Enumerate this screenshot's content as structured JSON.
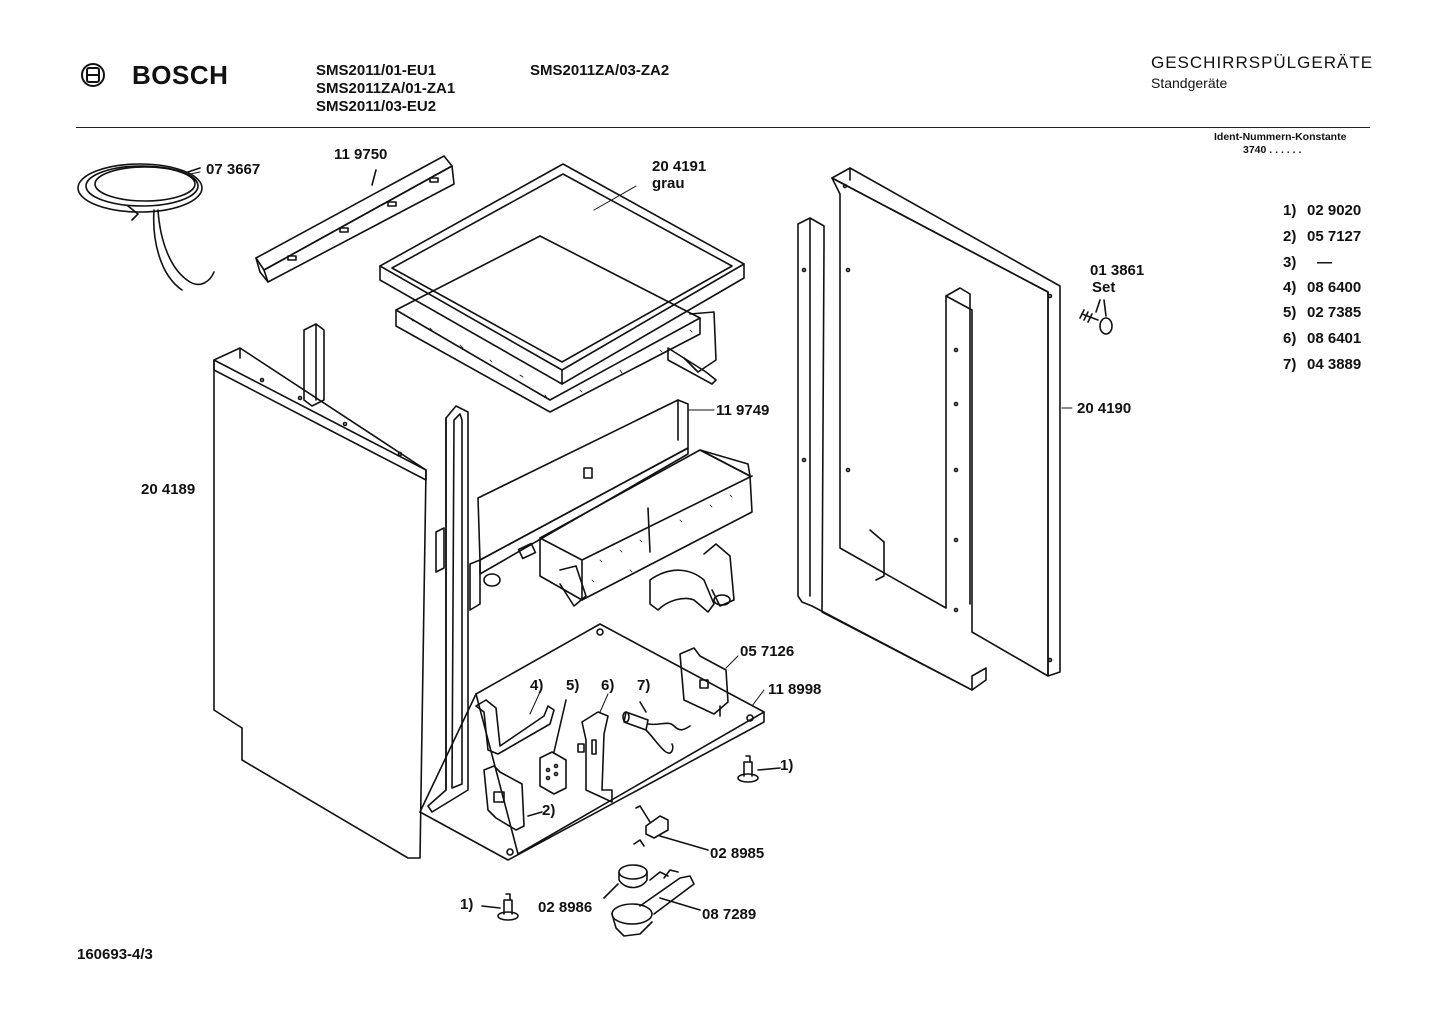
{
  "header": {
    "brand": "BOSCH",
    "models_col1": [
      "SMS2011/01-EU1",
      "SMS2011ZA/01-ZA1",
      "SMS2011/03-EU2"
    ],
    "models_col2": [
      "SMS2011ZA/03-ZA2"
    ],
    "title": "GESCHIRRSPÜLGERÄTE",
    "subtitle": "Standgeräte",
    "ident_label": "Ident-Nummern-Konstante",
    "ident_value": "3740  . .  . . . ."
  },
  "legend": [
    {
      "key": "1)",
      "value": "02 9020"
    },
    {
      "key": "2)",
      "value": "05 7127"
    },
    {
      "key": "3)",
      "value": "—"
    },
    {
      "key": "4)",
      "value": "08 6400"
    },
    {
      "key": "5)",
      "value": "02 7385"
    },
    {
      "key": "6)",
      "value": "08 6401"
    },
    {
      "key": "7)",
      "value": "04 3889"
    }
  ],
  "parts": {
    "cable": "07 3667",
    "rail": "11 9750",
    "top_plate": "20 4191",
    "top_plate_note": "grau",
    "right_panel": "20 4190",
    "screw_set": "01 3861",
    "screw_set_note": "Set",
    "left_panel": "20 4189",
    "crossbar": "11 9749",
    "bracket": "05 7126",
    "base": "11 8998",
    "switch": "02 8985",
    "cap": "02 8986",
    "foot_switch": "08 7289",
    "call_4": "4)",
    "call_5": "5)",
    "call_6": "6)",
    "call_7": "7)",
    "call_1_right": "1)",
    "call_1_bottom": "1)",
    "call_2": "2)"
  },
  "footer": {
    "drawing_number": "160693-4/3"
  }
}
